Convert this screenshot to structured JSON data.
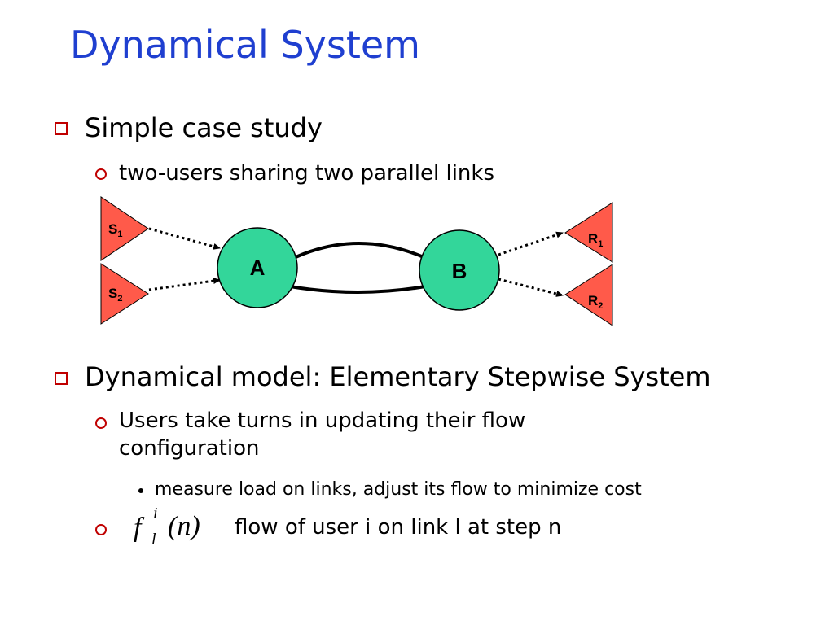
{
  "title": "Dynamical System",
  "bullets": [
    {
      "text": "Simple case study",
      "sub": [
        {
          "text": "two-users sharing two parallel links"
        }
      ]
    },
    {
      "text": "Dynamical model: Elementary Stepwise System",
      "sub": [
        {
          "text_line1": "Users take turns in updating their flow",
          "text_line2": "configuration",
          "sub": [
            {
              "text": "measure load on links, adjust its flow to minimize cost"
            }
          ]
        },
        {
          "formula": {
            "f": "f",
            "sup": "i",
            "sub": "l",
            "arg": "(n)"
          },
          "text": "flow of user i on link l at step n"
        }
      ]
    }
  ],
  "diagram": {
    "sources": [
      {
        "label": "S",
        "index": "1"
      },
      {
        "label": "S",
        "index": "2"
      }
    ],
    "nodes": [
      {
        "label": "A"
      },
      {
        "label": "B"
      }
    ],
    "receivers": [
      {
        "label": "R",
        "index": "1"
      },
      {
        "label": "R",
        "index": "2"
      }
    ],
    "colors": {
      "triangle": "#ff5a4a",
      "node": "#33d69a",
      "title": "#1f3fd0",
      "bullet": "#c00000"
    }
  }
}
